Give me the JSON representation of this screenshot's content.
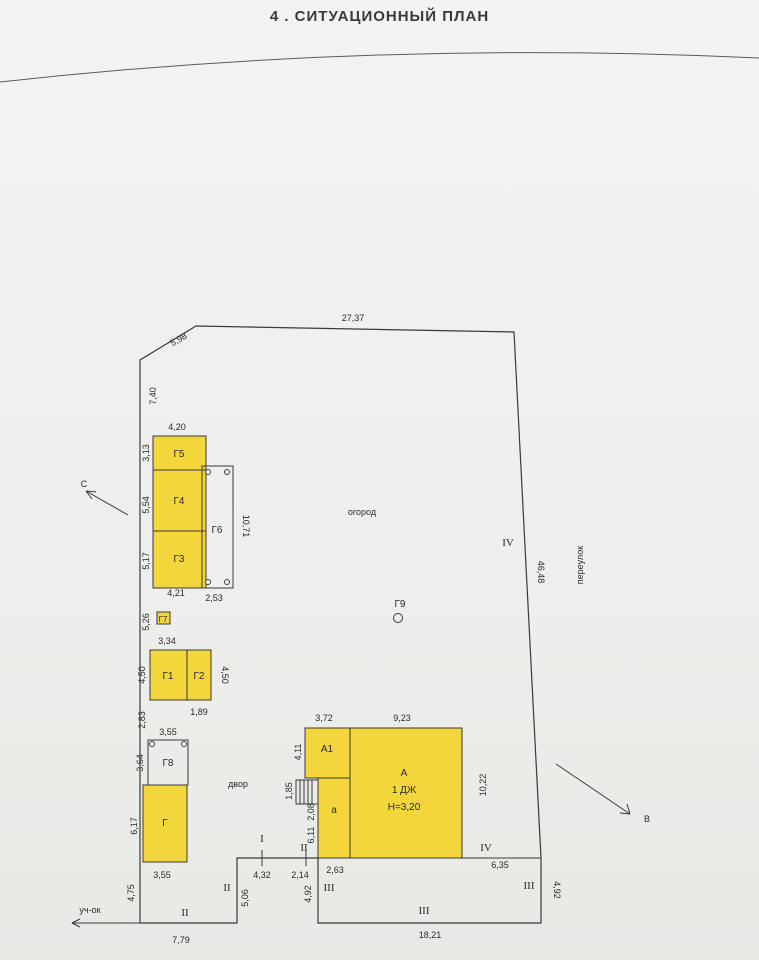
{
  "title": "4 . СИТУАЦИОННЫЙ ПЛАН",
  "colors": {
    "building": "#f2d63c",
    "line": "#3a3a3a",
    "paper": "#f1f1ef"
  },
  "labels": {
    "garden": "огород",
    "yard": "двор",
    "lane": "переулок",
    "plot": "уч-ок",
    "north": "С",
    "east": "В"
  },
  "buildings": {
    "g5": "Г5",
    "g4": "Г4",
    "g3": "Г3",
    "g6": "Г6",
    "g7": "Г7",
    "g1": "Г1",
    "g2": "Г2",
    "g8": "Г8",
    "g": "Г",
    "g9": "Г9",
    "a1": "А1",
    "a_small": "а",
    "main_a": "А",
    "main_floors": "1 ДЖ",
    "main_height": "Н=3,20"
  },
  "dimensions": {
    "d598": "5,98",
    "d2737": "27,37",
    "d740": "7,40",
    "d420": "4,20",
    "d313": "3,13",
    "d554": "5,54",
    "d517": "5,17",
    "d1071": "10,71",
    "d421": "4,21",
    "d253": "2,53",
    "d526": "5,26",
    "d334": "3,34",
    "d450a": "4,50",
    "d450b": "4,50",
    "d189": "1,89",
    "d283": "2,83",
    "d355a": "3,55",
    "d364": "3,64",
    "d617": "6,17",
    "d355b": "3,55",
    "d475": "4,75",
    "d779": "7,79",
    "d372": "3,72",
    "d923": "9,23",
    "d411": "4,11",
    "d185": "1,85",
    "d208": "2,08",
    "d611": "6,11",
    "d1022": "10,22",
    "d263": "2,63",
    "d635": "6,35",
    "d432": "4,32",
    "d214": "2,14",
    "d506": "5,06",
    "d492a": "4,92",
    "d492b": "4,92",
    "d1821": "18,21",
    "d4648": "46,48"
  },
  "boundary_marks": {
    "r1": "I",
    "r2a": "II",
    "r2b": "II",
    "r2c": "II",
    "r3a": "III",
    "r3b": "III",
    "r3c": "III",
    "r4a": "IV",
    "r4b": "IV"
  }
}
